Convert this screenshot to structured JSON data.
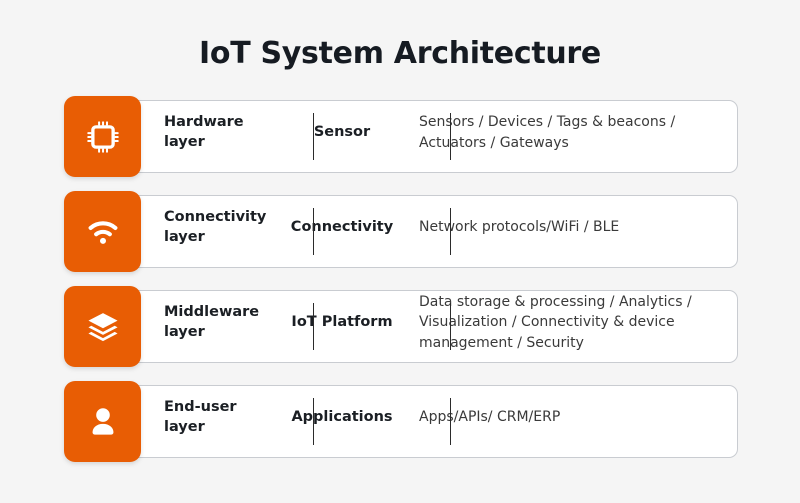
{
  "page": {
    "background_color": "#f5f5f5",
    "accent_color": "#e85d04",
    "title_color": "#161b22"
  },
  "header": {
    "title": "IoT System Architecture"
  },
  "layers": [
    {
      "icon": "chip-icon",
      "layer": "Hardware layer",
      "component": "Sensor",
      "description": "Sensors / Devices / Tags & beacons / Actuators / Gateways"
    },
    {
      "icon": "wifi-icon",
      "layer": "Connectivity layer",
      "component": "Connectivity",
      "description": "Network protocols/WiFi / BLE"
    },
    {
      "icon": "layers-icon",
      "layer": "Middleware layer",
      "component": "IoT Platform",
      "description": "Data storage & processing / Analytics / Visualization / Connectivity & device management / Security"
    },
    {
      "icon": "user-icon",
      "layer": "End-user layer",
      "component": "Applications",
      "description": "Apps/APIs/ CRM/ERP"
    }
  ]
}
